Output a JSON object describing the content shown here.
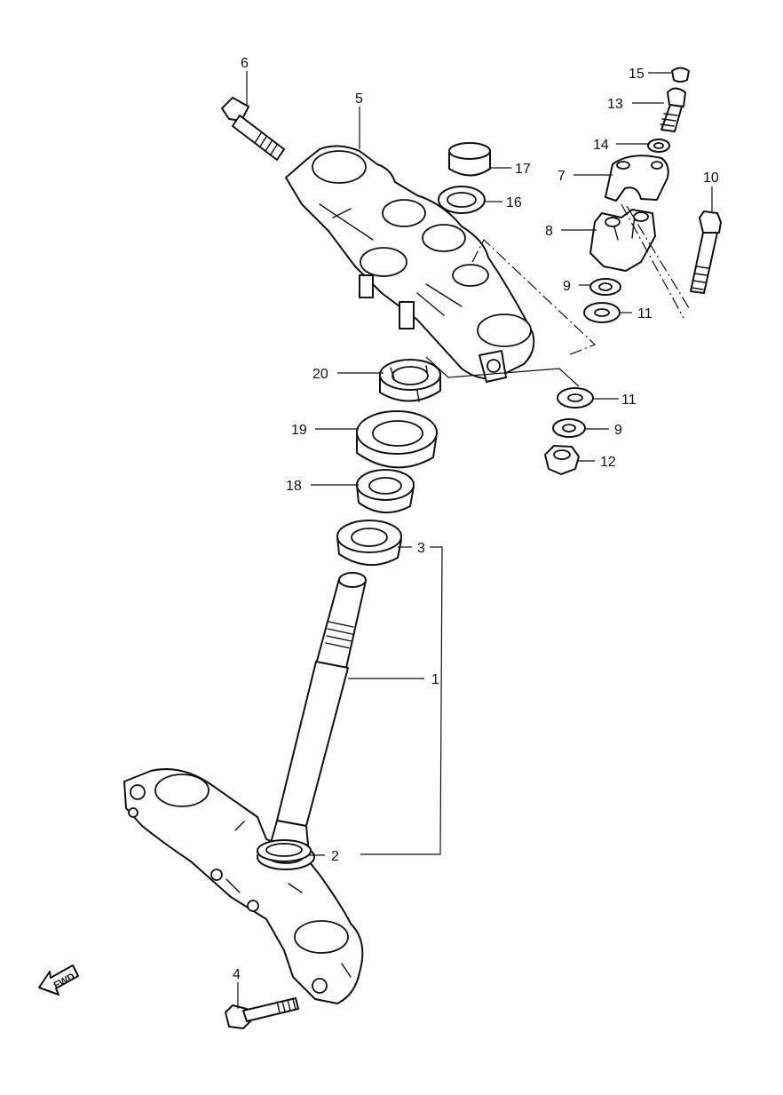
{
  "labels": {
    "p1": "1",
    "p2": "2",
    "p3": "3",
    "p4": "4",
    "p5": "5",
    "p6": "6",
    "p7": "7",
    "p8": "8",
    "p9a": "9",
    "p9b": "9",
    "p10": "10",
    "p11a": "11",
    "p11b": "11",
    "p12": "12",
    "p13": "13",
    "p14": "14",
    "p15": "15",
    "p16": "16",
    "p17": "17",
    "p18": "18",
    "p19": "19",
    "p20": "20"
  },
  "fwd_label": "FWD"
}
